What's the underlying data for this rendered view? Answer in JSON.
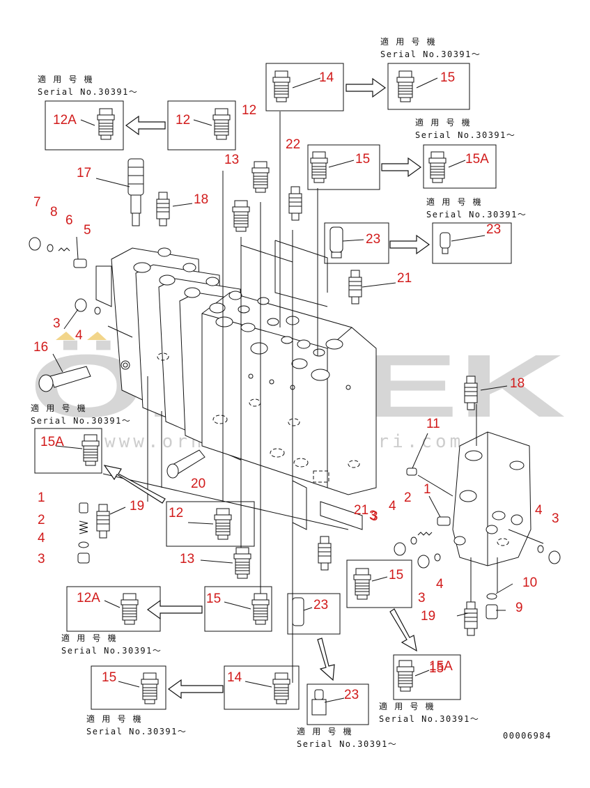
{
  "diagram": {
    "drawing_number": "00006984",
    "watermark": {
      "brand": "ÖRNEK",
      "url": "www.ornekismakinalari.com.tr",
      "color": "#cfcfcf"
    },
    "label_color": "#d11a1a",
    "notes": [
      {
        "line1": "適 用 号 機",
        "line2": "Serial No.30391～"
      },
      {
        "line1": "適 用 号 機",
        "line2": "Serial No.30391～"
      },
      {
        "line1": "適 用 号 機",
        "line2": "Serial No.30391～"
      },
      {
        "line1": "適 用 号 機",
        "line2": "Serial No.30391～"
      },
      {
        "line1": "適 用 号 機",
        "line2": "Serial No.30391～"
      },
      {
        "line1": "適 用 号 機",
        "line2": "Serial No.30391～"
      },
      {
        "line1": "適 用 号 機",
        "line2": "Serial No.30391～"
      },
      {
        "line1": "適 用 号 機",
        "line2": "Serial No.30391～"
      },
      {
        "line1": "適 用 号 機",
        "line2": "Serial No.30391～"
      }
    ],
    "callouts": [
      "14",
      "15",
      "12A",
      "12",
      "12",
      "13",
      "22",
      "15",
      "15A",
      "23",
      "23",
      "21",
      "17",
      "18",
      "7",
      "8",
      "6",
      "5",
      "3",
      "4",
      "16",
      "18",
      "15A",
      "11",
      "1",
      "2",
      "4",
      "3",
      "4",
      "3",
      "20",
      "1",
      "19",
      "2",
      "4",
      "3",
      "12",
      "21",
      "3",
      "13",
      "15",
      "15",
      "10",
      "19",
      "9",
      "12A",
      "15",
      "23",
      "14",
      "15",
      "23",
      "15A",
      "4",
      "3"
    ]
  }
}
